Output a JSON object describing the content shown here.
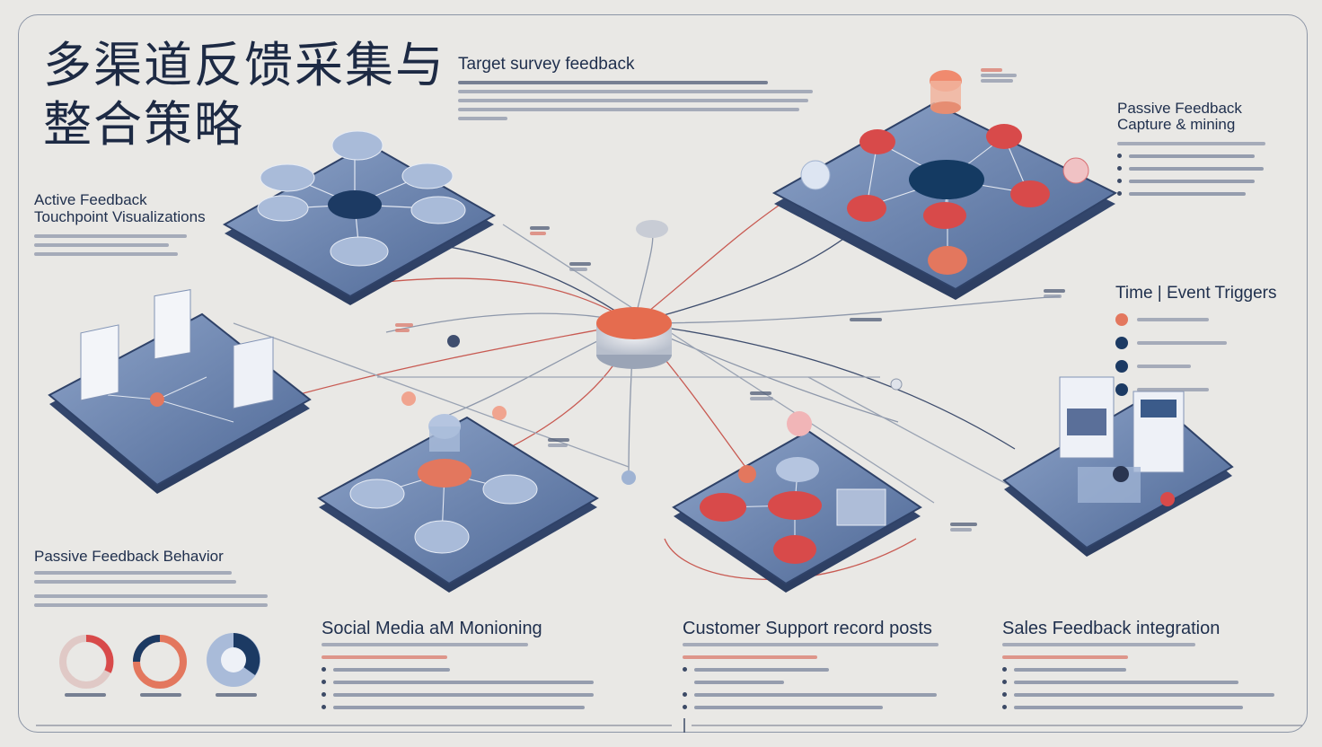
{
  "title": "多渠道反馈采集与整合策略",
  "sections": {
    "target_survey": {
      "heading": "Target survey feedback"
    },
    "active_feedback": {
      "heading": "Active Feedback Touchpoint Visualizations"
    },
    "passive_capture": {
      "heading": "Passive Feedback Capture & mining"
    },
    "time_event": {
      "heading": "Time | Event Triggers"
    },
    "passive_behavior": {
      "heading": "Passive Feedback Behavior"
    },
    "social_media": {
      "heading": "Social Media aM Monioning"
    },
    "customer_support": {
      "heading": "Customer Support record posts"
    },
    "sales_feedback": {
      "heading": "Sales Feedback integration"
    }
  },
  "colors": {
    "platform_blue": "#5b76a6",
    "platform_light": "#9fb3d3",
    "accent_red": "#d9534f",
    "accent_orange": "#e3775e",
    "navy": "#143a62",
    "line_gray": "#8d97aa"
  },
  "icons": [
    "donut-chart-icon",
    "gauge-icon",
    "circle-icon",
    "clock-icon",
    "person-icon",
    "chat-icon"
  ]
}
